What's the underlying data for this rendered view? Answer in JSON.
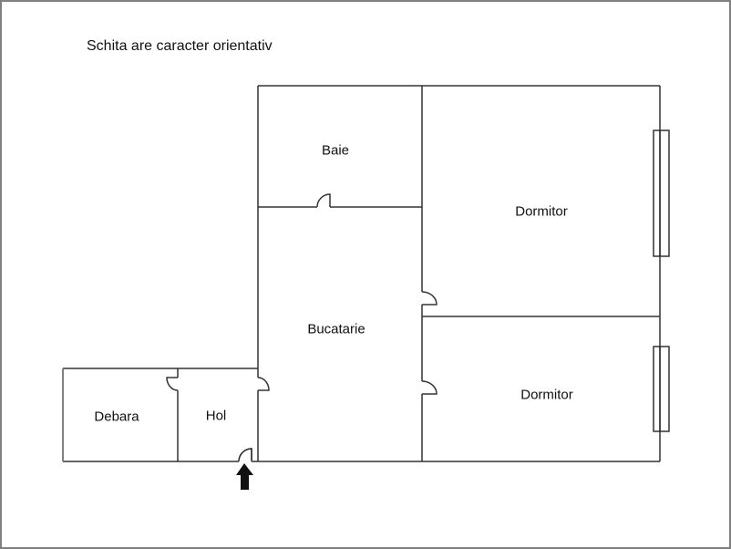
{
  "title": "Schita are caracter orientativ",
  "rooms": [
    {
      "id": "baie",
      "label": "Baie"
    },
    {
      "id": "dormitor-1",
      "label": "Dormitor"
    },
    {
      "id": "bucatarie",
      "label": "Bucatarie"
    },
    {
      "id": "dormitor-2",
      "label": "Dormitor"
    },
    {
      "id": "debara",
      "label": "Debara"
    },
    {
      "id": "hol",
      "label": "Hol"
    }
  ],
  "entrance": {
    "icon": "arrow-up-icon"
  },
  "colors": {
    "wall": "#333333",
    "frame": "#808080",
    "arrow": "#111111"
  }
}
